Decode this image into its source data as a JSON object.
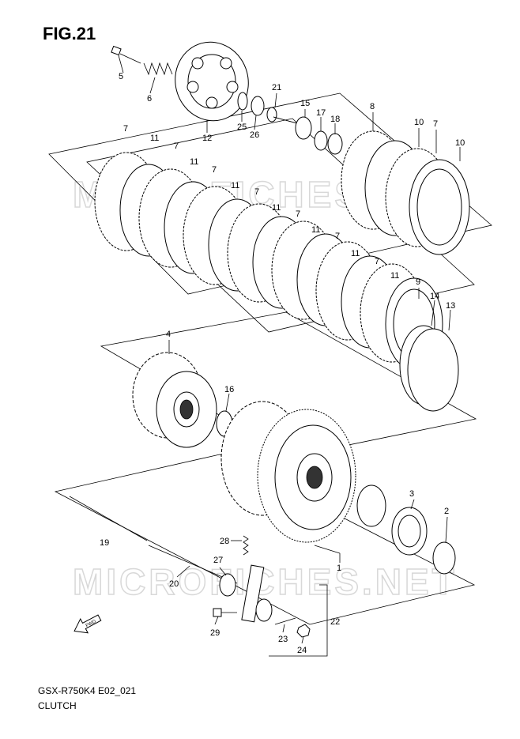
{
  "figure": {
    "title": "FIG.21",
    "model_code": "GSX-R750K4 E02_021",
    "caption": "CLUTCH",
    "watermark": "MICROFICHES.NET",
    "direction_label": "FWD"
  },
  "callouts": [
    {
      "id": "5",
      "label": "5"
    },
    {
      "id": "6",
      "label": "6"
    },
    {
      "id": "12",
      "label": "12"
    },
    {
      "id": "25",
      "label": "25"
    },
    {
      "id": "26",
      "label": "26"
    },
    {
      "id": "21",
      "label": "21"
    },
    {
      "id": "15",
      "label": "15"
    },
    {
      "id": "17",
      "label": "17"
    },
    {
      "id": "18",
      "label": "18"
    },
    {
      "id": "8",
      "label": "8"
    },
    {
      "id": "10a",
      "label": "10"
    },
    {
      "id": "7a",
      "label": "7"
    },
    {
      "id": "10b",
      "label": "10"
    },
    {
      "id": "7b",
      "label": "7"
    },
    {
      "id": "11a",
      "label": "11"
    },
    {
      "id": "7c",
      "label": "7"
    },
    {
      "id": "11b",
      "label": "11"
    },
    {
      "id": "7d",
      "label": "7"
    },
    {
      "id": "11c",
      "label": "11"
    },
    {
      "id": "7e",
      "label": "7"
    },
    {
      "id": "11d",
      "label": "11"
    },
    {
      "id": "7f",
      "label": "7"
    },
    {
      "id": "11e",
      "label": "11"
    },
    {
      "id": "7g",
      "label": "7"
    },
    {
      "id": "11f",
      "label": "11"
    },
    {
      "id": "7h",
      "label": "7"
    },
    {
      "id": "11g",
      "label": "11"
    },
    {
      "id": "9",
      "label": "9"
    },
    {
      "id": "14",
      "label": "14"
    },
    {
      "id": "13",
      "label": "13"
    },
    {
      "id": "4",
      "label": "4"
    },
    {
      "id": "16",
      "label": "16"
    },
    {
      "id": "3",
      "label": "3"
    },
    {
      "id": "2",
      "label": "2"
    },
    {
      "id": "1",
      "label": "1"
    },
    {
      "id": "19",
      "label": "19"
    },
    {
      "id": "28",
      "label": "28"
    },
    {
      "id": "27",
      "label": "27"
    },
    {
      "id": "20",
      "label": "20"
    },
    {
      "id": "22",
      "label": "22"
    },
    {
      "id": "29",
      "label": "29"
    },
    {
      "id": "23",
      "label": "23"
    },
    {
      "id": "24",
      "label": "24"
    }
  ]
}
